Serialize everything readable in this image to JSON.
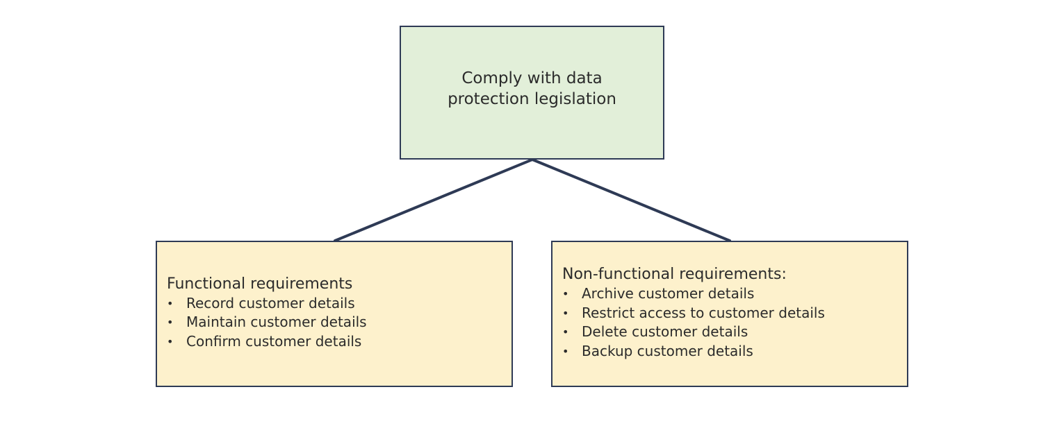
{
  "diagram": {
    "root": {
      "title": "Comply with data protection legislation"
    },
    "children": [
      {
        "title": "Functional requirements",
        "items": [
          "Record customer details",
          "Maintain customer details",
          "Confirm customer details"
        ]
      },
      {
        "title": "Non-functional requirements:",
        "items": [
          "Archive customer details",
          "Restrict access to customer details",
          "Delete customer details",
          "Backup customer details"
        ]
      }
    ],
    "bullet": "•",
    "colors": {
      "root_fill": "#e2efd9",
      "child_fill": "#fdf1cc",
      "border": "#2e3a55"
    }
  }
}
